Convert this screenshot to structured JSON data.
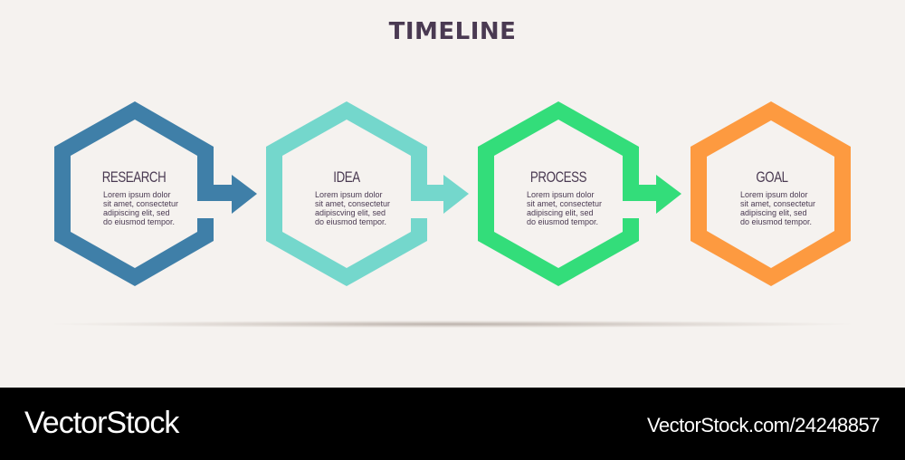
{
  "title": "TIMELINE",
  "colors": {
    "background": "#f5f2ef",
    "title": "#4a3a52",
    "research": "#3f7fa8",
    "idea": "#74d7cc",
    "process": "#33dd7a",
    "goal": "#fd9a40",
    "footer": "#000000"
  },
  "steps": [
    {
      "label": "RESEARCH",
      "color": "#3f7fa8",
      "description": [
        "Lorem ipsum dolor",
        "sit amet, consectetur",
        "adipiscing elit, sed",
        "do eiusmod tempor."
      ],
      "has_arrow": true
    },
    {
      "label": "IDEA",
      "color": "#74d7cc",
      "description": [
        "Lorem ipsum dolor",
        "sit amet, consectetur",
        "adipiscving elit, sed",
        "do eiusmod tempor."
      ],
      "has_arrow": true
    },
    {
      "label": "PROCESS",
      "color": "#33dd7a",
      "description": [
        "Lorem ipsum dolor",
        "sit amet, consectetur",
        "adipiscing elit, sed",
        "do eiusmod tempor."
      ],
      "has_arrow": true
    },
    {
      "label": "GOAL",
      "color": "#fd9a40",
      "description": [
        "Lorem ipsum dolor",
        "sit amet, consectetur",
        "adipiscing elit, sed",
        "do eiusmod tempor."
      ],
      "has_arrow": false
    }
  ],
  "footer": {
    "brand": "VectorStock",
    "url": "VectorStock.com/24248857"
  }
}
